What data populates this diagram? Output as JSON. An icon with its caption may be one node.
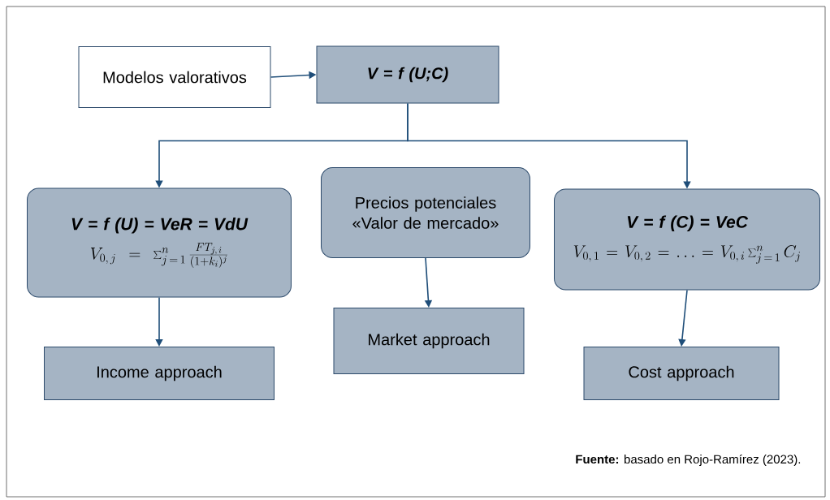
{
  "diagram": {
    "nodes": [
      {
        "text": [
          "Modelos valorativos"
        ]
      },
      {
        "text": [
          "V = f (U;C)"
        ]
      },
      {
        "text": [
          "V = f (U) = VeR = VdU",
          "V_{0,\\,j} = \\sum_{j\\,=\\,1}^{n} \\frac{FT_{j,\\,i}}{(1 + k_{i})^{j}}"
        ]
      },
      {
        "text": [
          "Precios potenciales «Valor de mercado»"
        ]
      },
      {
        "text": [
          "V = f (C) = VeC",
          "V_{0,\\,1} = V_{0,\\,2} = \\ldots = V_{0,\\,i} \\sum_{j\\,=\\,1}^{n} C_{j}"
        ]
      },
      {
        "text": [
          "Income approach"
        ]
      },
      {
        "text": [
          "Market approach"
        ]
      },
      {
        "text": [
          "Cost approach"
        ]
      }
    ],
    "edges": [
      {
        "from": 0,
        "to": 1,
        "arrow": "to"
      },
      {
        "from": 1,
        "to": 2,
        "arrow": "to"
      },
      {
        "from": 1,
        "to": 4,
        "arrow": "to"
      },
      {
        "from": 2,
        "to": 5,
        "arrow": "to"
      },
      {
        "from": 3,
        "to": 6,
        "arrow": "to"
      },
      {
        "from": 4,
        "to": 7,
        "arrow": "to"
      }
    ],
    "labels": [
      "**Fuente:** basado en Rojo-Ramírez (2023)."
    ]
  }
}
